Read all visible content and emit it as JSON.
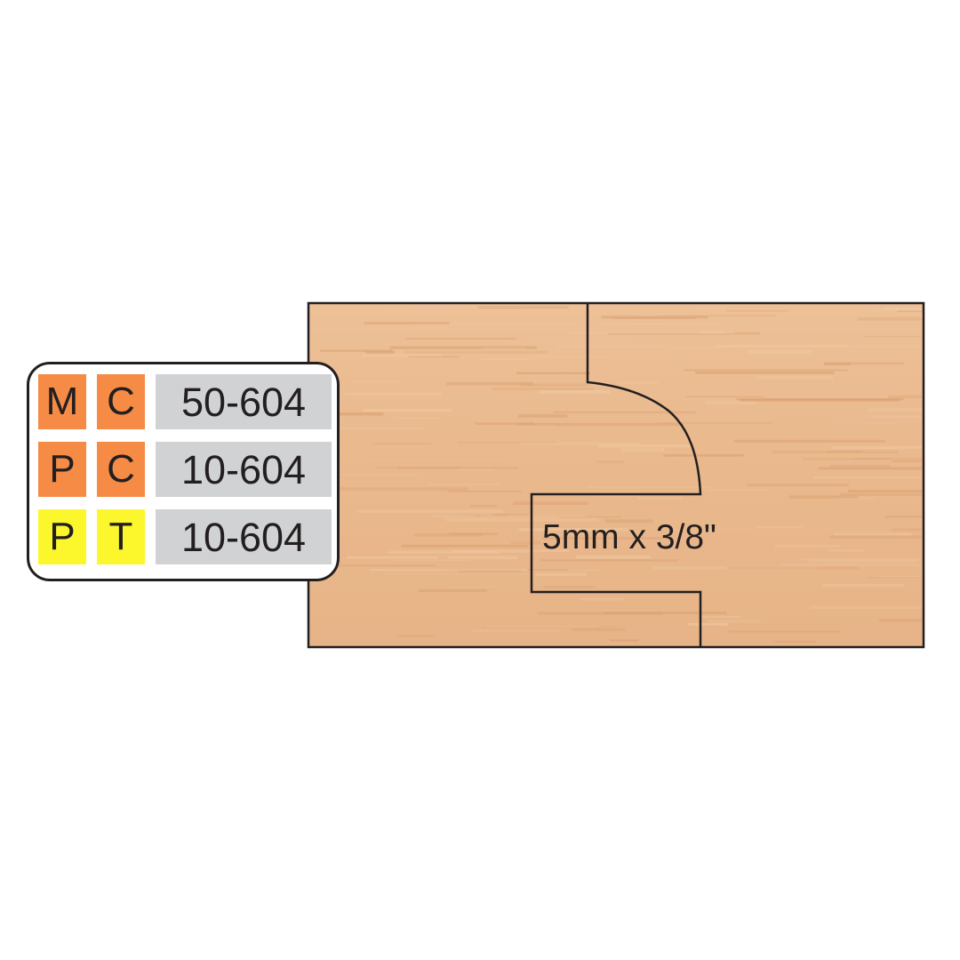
{
  "colors": {
    "wood": "#e9b88c",
    "wood_light": "#f1c9a1",
    "wood_dark": "#d9a071",
    "outline": "#231f20",
    "orange_badge": "#f58b45",
    "yellow_badge": "#fbf72c",
    "code_bg": "#d1d2d4"
  },
  "product_codes": [
    {
      "letter1": "M",
      "letter2": "C",
      "code": "50-604",
      "badge_color": "#f58b45"
    },
    {
      "letter1": "P",
      "letter2": "C",
      "code": "10-604",
      "badge_color": "#f58b45"
    },
    {
      "letter1": "P",
      "letter2": "T",
      "code": "10-604",
      "badge_color": "#fbf72c"
    }
  ],
  "profile": {
    "dimension_label": "5mm x 3/8\""
  }
}
